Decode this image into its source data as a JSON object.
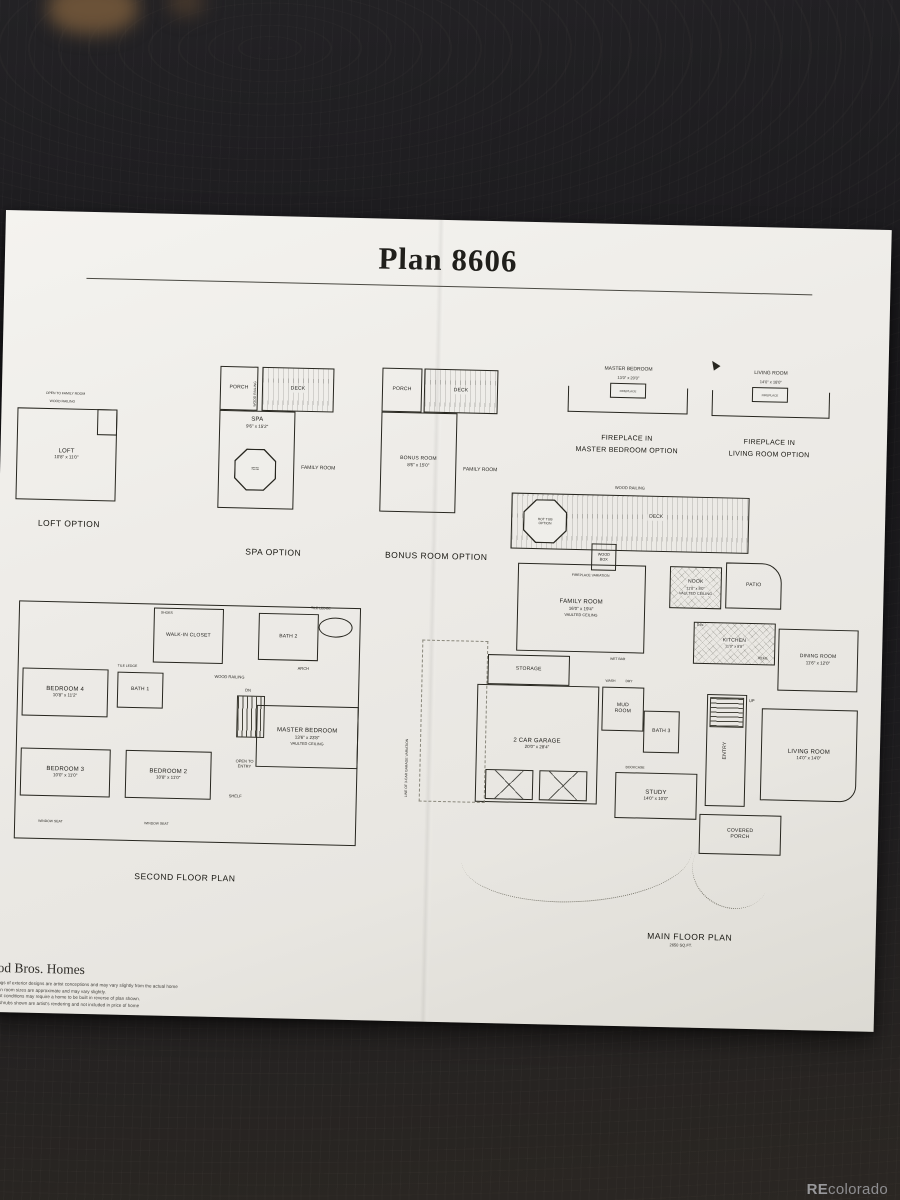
{
  "title": "Plan 8606",
  "watermark": {
    "re": "RE",
    "rest": "colorado"
  },
  "icons": {
    "water": "≈≈"
  },
  "options": {
    "loft": {
      "caption": "LOFT OPTION",
      "open_label": "OPEN TO FAMILY ROOM",
      "railing_label": "WOOD RAILING",
      "room": "LOFT",
      "dims": "10'8\" x 11'0\""
    },
    "spa": {
      "caption": "SPA OPTION",
      "porch": "PORCH",
      "deck": "DECK",
      "railing": "WOOD RAILING",
      "room": "SPA",
      "dims": "9'6\" x 15'2\"",
      "family": "FAMILY ROOM"
    },
    "bonus": {
      "caption": "BONUS ROOM OPTION",
      "porch": "PORCH",
      "deck": "DECK",
      "room": "BONUS ROOM",
      "dims": "8'6\" x 15'0\"",
      "family": "FAMILY ROOM"
    },
    "fp_master": {
      "caption_line1": "FIREPLACE IN",
      "caption_line2": "MASTER BEDROOM OPTION",
      "room": "MASTER BEDROOM",
      "dims": "13'0\" x 20'0\"",
      "fireplace": "FIREPLACE"
    },
    "fp_living": {
      "caption_line1": "FIREPLACE IN",
      "caption_line2": "LIVING ROOM OPTION",
      "room": "LIVING ROOM",
      "dims": "14'0\" x 18'0\"",
      "fireplace": "FIREPLACE"
    }
  },
  "second_floor": {
    "caption": "SECOND FLOOR PLAN",
    "rooms": {
      "closet": {
        "name": "WALK-IN CLOSET"
      },
      "bath2": {
        "name": "BATH 2"
      },
      "bath1": {
        "name": "BATH 1"
      },
      "bedroom4": {
        "name": "BEDROOM 4",
        "dims": "10'8\" x 11'2\""
      },
      "bedroom3": {
        "name": "BEDROOM 3",
        "dims": "10'0\" x 11'0\""
      },
      "bedroom2": {
        "name": "BEDROOM 2",
        "dims": "10'8\" x 11'0\""
      },
      "master": {
        "name": "MASTER BEDROOM",
        "dims": "13'6\" x 23'8\"",
        "note": "VAULTED CEILING"
      }
    },
    "labels": {
      "tile_ledge_1": "TILE LEDGE",
      "tile_ledge_2": "TILE LEDGE",
      "shoes": "SHOES",
      "wood_railing": "WOOD RAILING",
      "dn": "DN",
      "arch": "ARCH",
      "open_to_entry": "OPEN TO ENTRY",
      "shelf": "SHELF",
      "window_seat_1": "WINDOW SEAT",
      "window_seat_2": "WINDOW SEAT"
    }
  },
  "main_floor": {
    "caption": "MAIN FLOOR PLAN",
    "sqft": "2650 SQ.FT.",
    "rooms": {
      "deck": {
        "name": "DECK"
      },
      "family": {
        "name": "FAMILY ROOM",
        "dims": "16'0\" x 19'4\"",
        "note": "VAULTED CEILING"
      },
      "nook": {
        "name": "NOOK",
        "dims": "11'0\" x 8'0\"",
        "note": "VAULTED CEILING"
      },
      "patio": {
        "name": "PATIO"
      },
      "kitchen": {
        "name": "KITCHEN",
        "dims": "11'0\" x 8'8\""
      },
      "dining": {
        "name": "DINING ROOM",
        "dims": "11'6\" x 12'0\""
      },
      "storage": {
        "name": "STORAGE"
      },
      "garage": {
        "name": "2 CAR GARAGE",
        "dims": "20'0\" x 28'4\""
      },
      "mud": {
        "name": "MUD ROOM"
      },
      "bath3": {
        "name": "BATH 3"
      },
      "study": {
        "name": "STUDY",
        "dims": "14'0\" x 10'0\""
      },
      "entry": {
        "name": "ENTRY"
      },
      "living": {
        "name": "LIVING ROOM",
        "dims": "14'0\" x 14'0\""
      },
      "porch": {
        "name": "COVERED PORCH"
      }
    },
    "labels": {
      "wood_railing": "WOOD RAILING",
      "hot_tub_1": "HOT TUB",
      "hot_tub_2": "OPTION",
      "wood_box": "WOOD BOX",
      "fireplace_var": "FIREPLACE VARIATION",
      "wet_bar": "WET BAR",
      "wash": "WASH",
      "dry": "DRY",
      "dw": "D.W.",
      "refg": "REFG.",
      "bookcase": "BOOKCASE",
      "up": "UP",
      "garage_line": "LINE OF 3-CAR GARAGE VARIATION"
    }
  },
  "footer": {
    "brand": "ood Bros. Homes",
    "disclaimers": [
      "derings of exterior designs are artist conceptions and may vary slightly from the actual home",
      "e plan room sizes are approximate and may vary slightly.",
      "ain lot conditions may require a home to be built in reverse of plan shown.",
      "and shrubs shown are artist's rendering and not included in price of home"
    ]
  }
}
